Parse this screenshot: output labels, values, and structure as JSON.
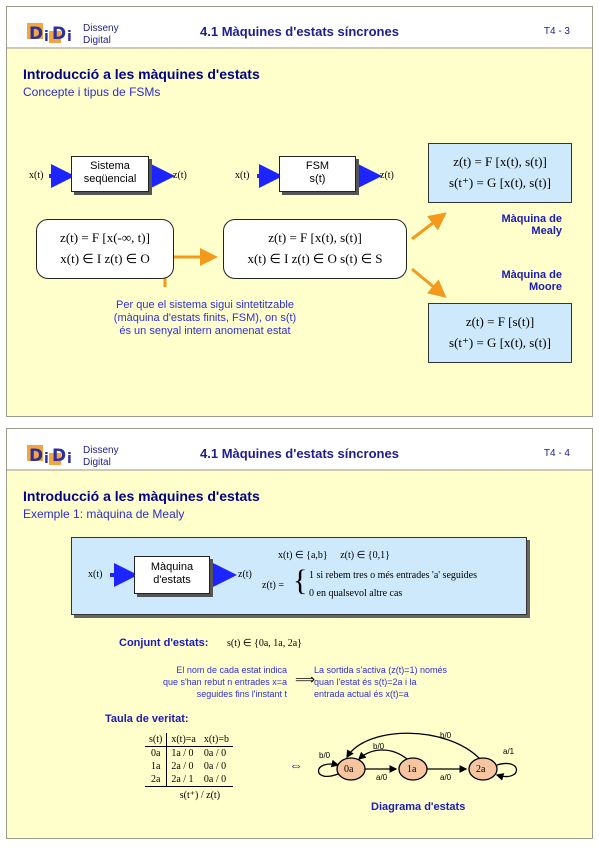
{
  "brand": {
    "line1": "Disseny",
    "line2": "Digital"
  },
  "slide1": {
    "header_title": "4.1 Màquines d'estats síncrones",
    "page_number": "T4 - 3",
    "section_title": "Introducció a les màquines d'estats",
    "section_subtitle": "Concepte i tipus de FSMs",
    "sys_block": {
      "line1": "Sistema",
      "line2": "seqüencial"
    },
    "fsm_block": {
      "line1": "FSM",
      "line2": "s(t)"
    },
    "x_in": "x(t)",
    "z_out": "z(t)",
    "eq_seq": {
      "line1": "z(t) = F [x(-∞, t)]",
      "line2": "x(t) ∈ I   z(t) ∈ O"
    },
    "eq_fsm": {
      "line1": "z(t) = F [x(t), s(t)]",
      "line2": "x(t) ∈ I   z(t) ∈ O   s(t) ∈ S"
    },
    "mealy_eq": {
      "line1": "z(t) = F [x(t), s(t)]",
      "line2": "s(t⁺) = G [x(t), s(t)]"
    },
    "mealy_label": {
      "line1": "Màquina de",
      "line2": "Mealy"
    },
    "moore_label": {
      "line1": "Màquina de",
      "line2": "Moore"
    },
    "moore_eq": {
      "line1": "z(t) = F [s(t)]",
      "line2": "s(t⁺) = G [x(t), s(t)]"
    },
    "note": {
      "line1": "Per que el sistema sigui sintetitzable",
      "line2": "(màquina d'estats finits, FSM), on s(t)",
      "line3": "és un senyal intern anomenat estat"
    }
  },
  "slide2": {
    "header_title": "4.1 Màquines d'estats síncrones",
    "page_number": "T4 - 4",
    "section_title": "Introducció a les màquines d'estats",
    "section_subtitle": "Exemple 1: màquina de Mealy",
    "block": {
      "line1": "Màquina",
      "line2": "d'estats"
    },
    "x_in": "x(t)",
    "z_out": "z(t)",
    "domain_line": "x(t) ∈ {a,b}     z(t) ∈ {0,1}",
    "z_def": "z(t) =",
    "case1": "1  si rebem tres o més entrades 'a' seguides",
    "case0": "0  en qualsevol altre cas",
    "states_label": "Conjunt d'estats:",
    "states_set": "s(t) ∈ {0a, 1a, 2a}",
    "note_left": {
      "line1": "El nom de cada estat indica",
      "line2": "que s'han rebut n entrades x=a",
      "line3": "seguides fins l'instant t"
    },
    "implies": "⟹",
    "note_right": {
      "line1": "La sortida s'activa (z(t)=1) només",
      "line2": "quan l'estat és s(t)=2a i la",
      "line3": "entrada actual és x(t)=a"
    },
    "table_title": "Taula de veritat:",
    "table": {
      "headers": [
        "s(t)",
        "x(t)=a",
        "x(t)=b"
      ],
      "rows": [
        [
          "0a",
          "1a / 0",
          "0a / 0"
        ],
        [
          "1a",
          "2a / 0",
          "0a / 0"
        ],
        [
          "2a",
          "2a / 1",
          "0a / 0"
        ]
      ],
      "footer": "s(t⁺) / z(t)"
    },
    "equiv": "⇔",
    "diagram": {
      "states": [
        "0a",
        "1a",
        "2a"
      ],
      "edge_labels": {
        "self_0a": "b/0",
        "a01": "a/0",
        "a12": "a/0",
        "b10": "b/0",
        "b20": "b/0",
        "self_2a": "a/1"
      },
      "caption": "Diagrama d'estats"
    }
  }
}
